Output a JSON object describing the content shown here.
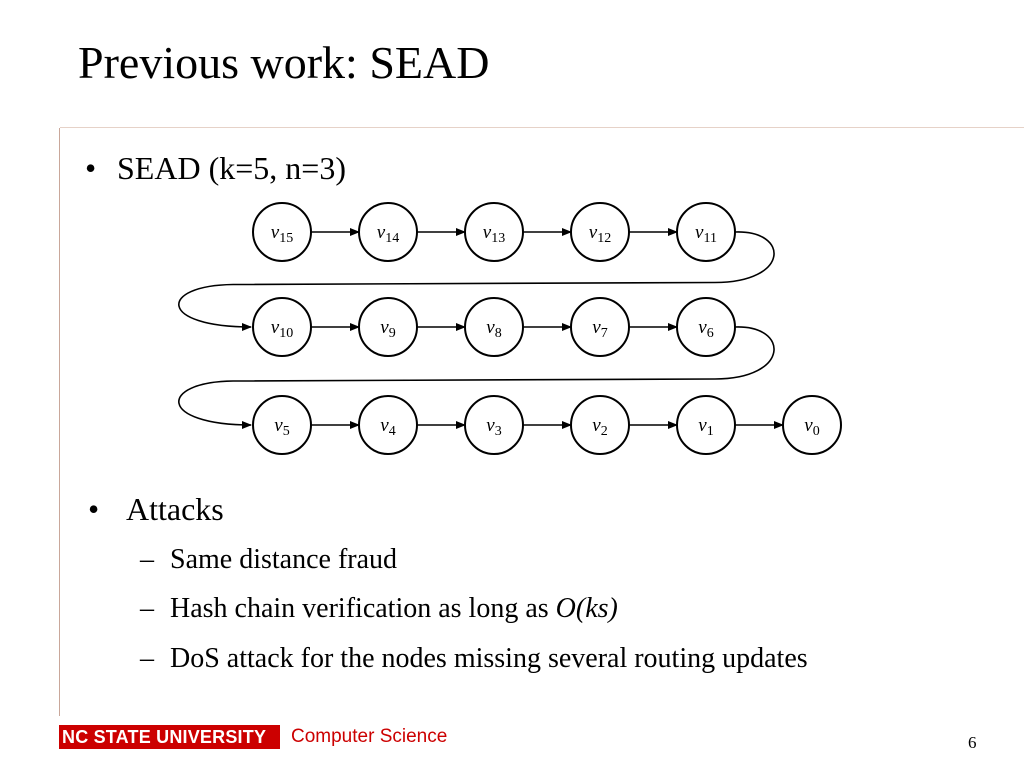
{
  "slide": {
    "title": "Previous work: SEAD",
    "bullets": [
      {
        "marker": "•",
        "text": "SEAD (k=5, n=3)"
      },
      {
        "marker": "•",
        "text": "Attacks"
      }
    ],
    "sub_bullets": [
      {
        "marker": "–",
        "text": "Same distance fraud"
      },
      {
        "marker": "–",
        "text_before": "Hash chain verification as long as ",
        "text_italic": "O(ks)"
      },
      {
        "marker": "–",
        "text": "DoS attack for the nodes missing several routing updates"
      }
    ]
  },
  "diagram": {
    "rows": [
      [
        "15",
        "14",
        "13",
        "12",
        "11"
      ],
      [
        "10",
        "9",
        "8",
        "7",
        "6"
      ],
      [
        "5",
        "4",
        "3",
        "2",
        "1",
        "0"
      ]
    ],
    "node_prefix": "v"
  },
  "footer": {
    "university": "NC STATE UNIVERSITY",
    "department": "Computer Science",
    "page_number": "6"
  },
  "colors": {
    "accent_red": "#cc0000",
    "rule": "#c9a79a"
  }
}
